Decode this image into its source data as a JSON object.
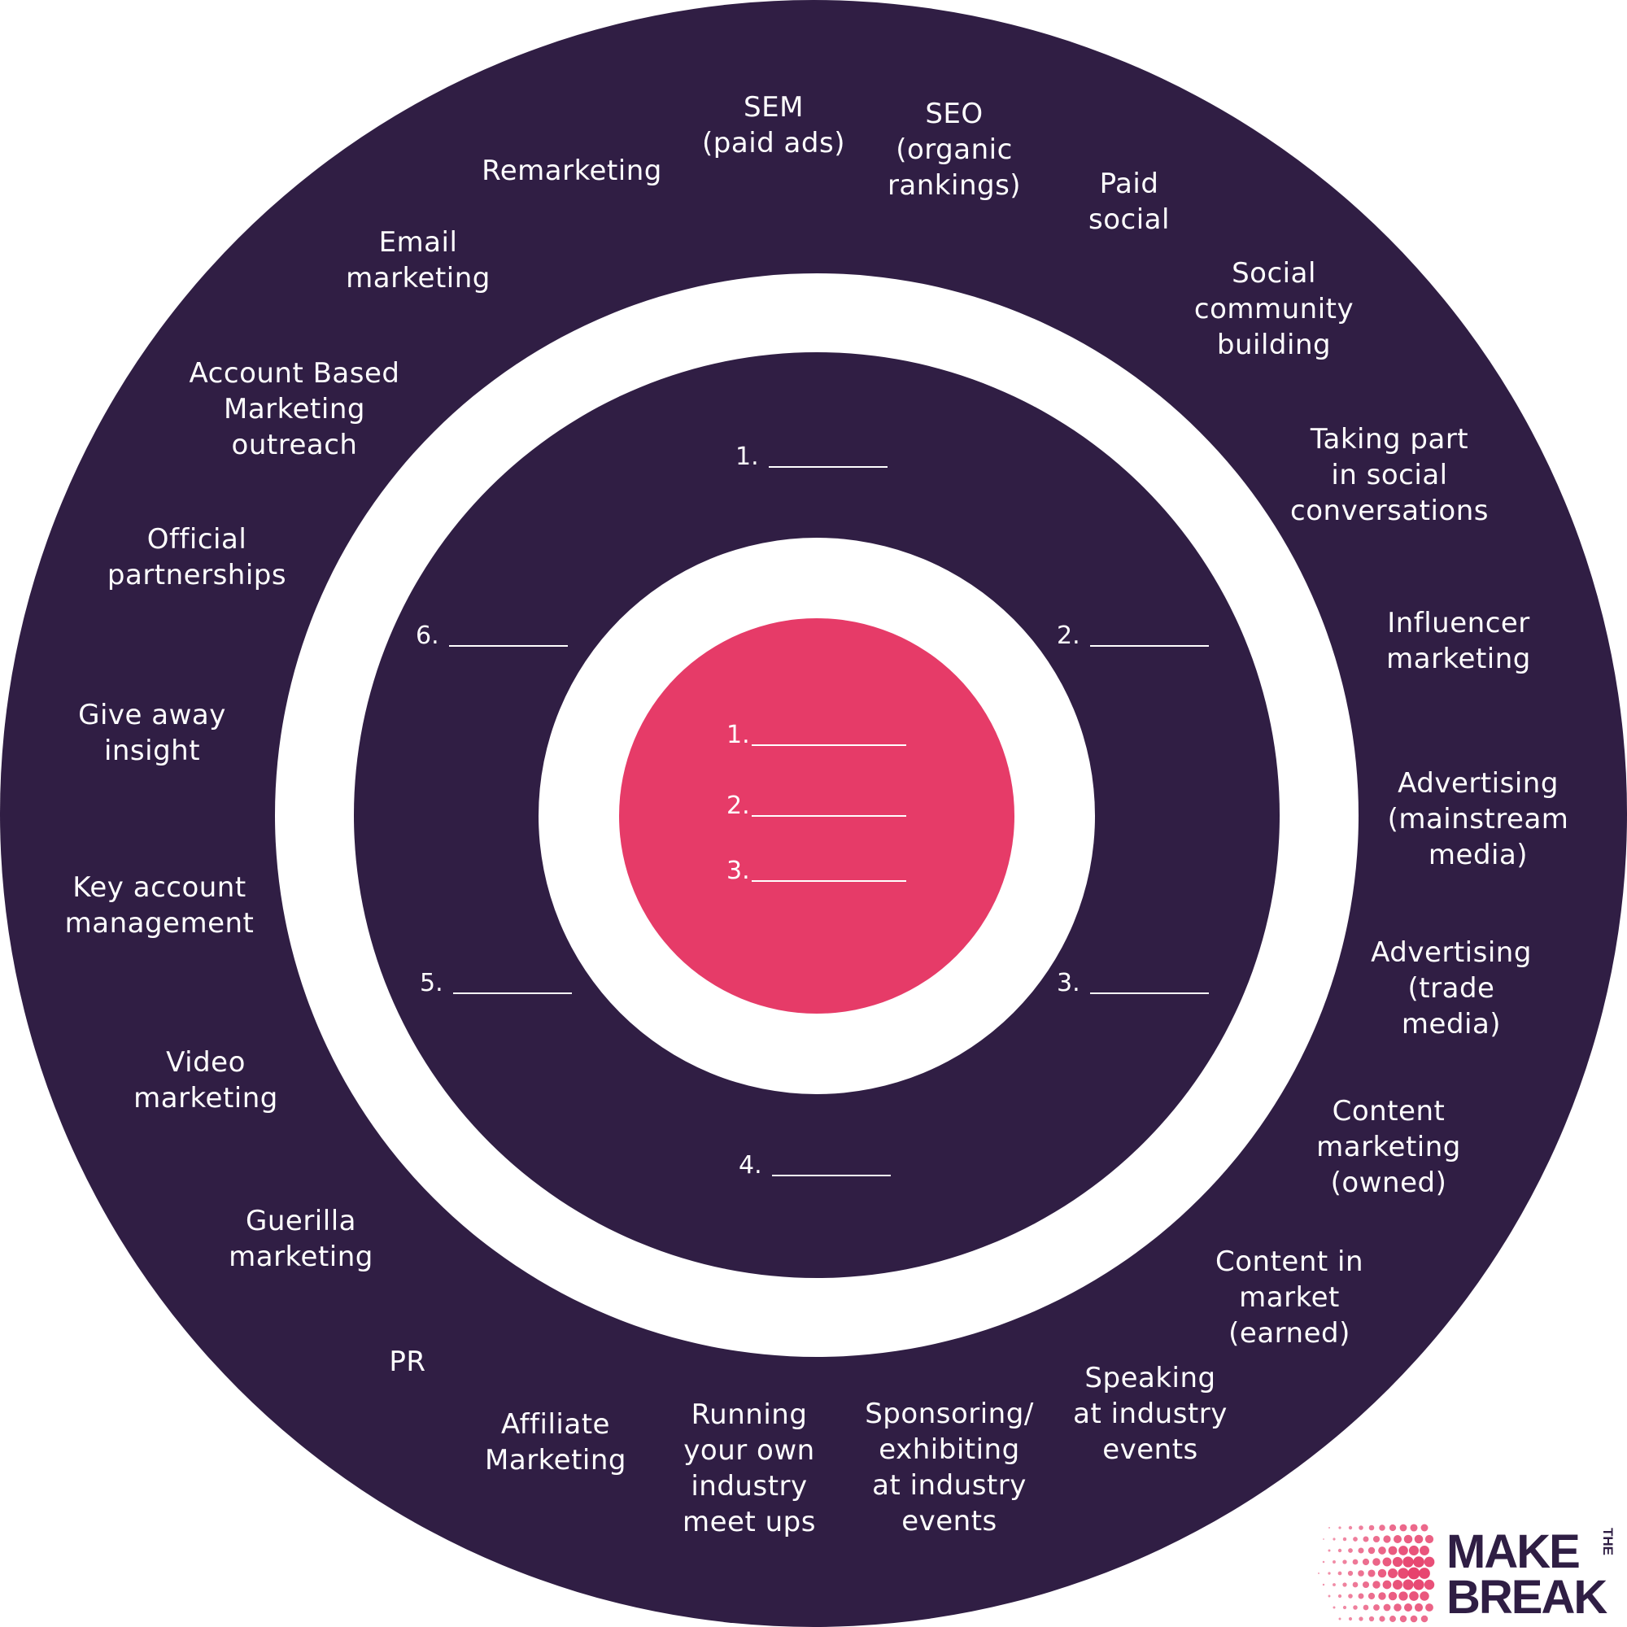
{
  "colors": {
    "ring_dark": "#301e44",
    "ring_light": "#ffffff",
    "bullseye": "#e63b68",
    "text": "#ffffff",
    "logo_text": "#2f1e44",
    "logo_dots": "#e63b68"
  },
  "outer_ring": {
    "labels": [
      "SEM\n(paid ads)",
      "SEO\n(organic\nrankings)",
      "Paid\nsocial",
      "Social\ncommunity\nbuilding",
      "Taking part\nin social\nconversations",
      "Influencer\nmarketing",
      "Advertising\n(mainstream\nmedia)",
      "Advertising\n(trade media)",
      "Content\nmarketing\n(owned)",
      "Content in\nmarket\n(earned)",
      "Speaking\nat industry\nevents",
      "Sponsoring/\nexhibiting\nat industry\nevents",
      "Running\nyour own\nindustry\nmeet ups",
      "Affiliate\nMarketing",
      "PR",
      "Guerilla\nmarketing",
      "Video\nmarketing",
      "Key account\nmanagement",
      "Give away\ninsight",
      "Official\npartnerships",
      "Account Based\nMarketing\noutreach",
      "Email\nmarketing",
      "Remarketing"
    ]
  },
  "middle_ring": {
    "slots": [
      "1.",
      "2.",
      "3.",
      "4.",
      "5.",
      "6."
    ]
  },
  "bullseye": {
    "slots": [
      "1.",
      "2.",
      "3."
    ]
  },
  "logo": {
    "line1": "MAKE",
    "the": "THE",
    "line2": "BREAK"
  }
}
